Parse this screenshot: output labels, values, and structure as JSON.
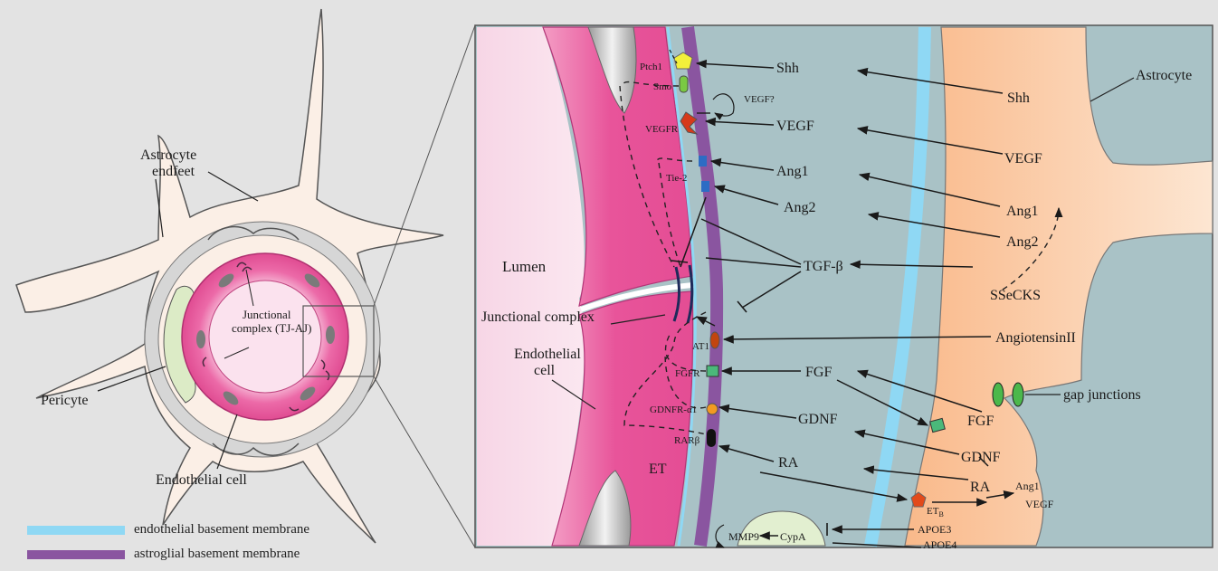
{
  "overview": {
    "astrocyte_endfeet": [
      "Astrocyte",
      "endfeet"
    ],
    "junctional_complex": [
      "Junctional",
      "complex (TJ-AJ)"
    ],
    "pericyte": "Pericyte",
    "endothelial_cell": "Endothelial cell"
  },
  "legend": [
    {
      "label": "endothelial basement membrane",
      "color": "#8fd8f4"
    },
    {
      "label": "astroglial basement membrane",
      "color": "#8a55a0"
    }
  ],
  "detail": {
    "lumen": "Lumen",
    "junctional_complex": "Junctional complex",
    "endothelial_cell": [
      "Endothelial",
      "cell"
    ],
    "astrocyte": "Astrocyte",
    "gap_junctions": "gap junctions",
    "receptors": {
      "ptch1": "Ptch1",
      "smo": "Smo",
      "vegfr": "VEGFR",
      "tie2": "Tie-2",
      "at1": "AT1",
      "fgfr": "FGFR",
      "gdnfr": "GDNFR-α1",
      "rarb": "RARβ",
      "etb": "ET",
      "etb_sub": "B"
    },
    "factors": {
      "shh_mid": "Shh",
      "shh_astro": "Shh",
      "vegf_q": "VEGF?",
      "vegf_mid": "VEGF",
      "vegf_astro": "VEGF",
      "ang1_mid": "Ang1",
      "ang1_astro": "Ang1",
      "ang2_mid": "Ang2",
      "ang2_astro": "Ang2",
      "tgfb": "TGF-β",
      "sseck": "SSeCKS",
      "angiotensin": "AngiotensinII",
      "fgf_mid": "FGF",
      "fgf_astro": "FGF",
      "gdnf_mid": "GDNF",
      "gdnf_astro": "GDNF",
      "ra_mid": "RA",
      "ra_astro": "RA",
      "et": "ET",
      "ang1_small": "Ang1",
      "vegf_small": "VEGF",
      "apoe3": "APOE3",
      "apoe4": "APOE4",
      "cypa": "CypA",
      "mmp9": "MMP9"
    }
  },
  "colors": {
    "endothelial": "#e0529a",
    "astrocyte": "#f8c9a0",
    "pericyte": "#e2efd0",
    "extracellular": "#a9c2c6",
    "endo_membrane": "#8fd8f4",
    "astro_membrane": "#8a55a0"
  }
}
